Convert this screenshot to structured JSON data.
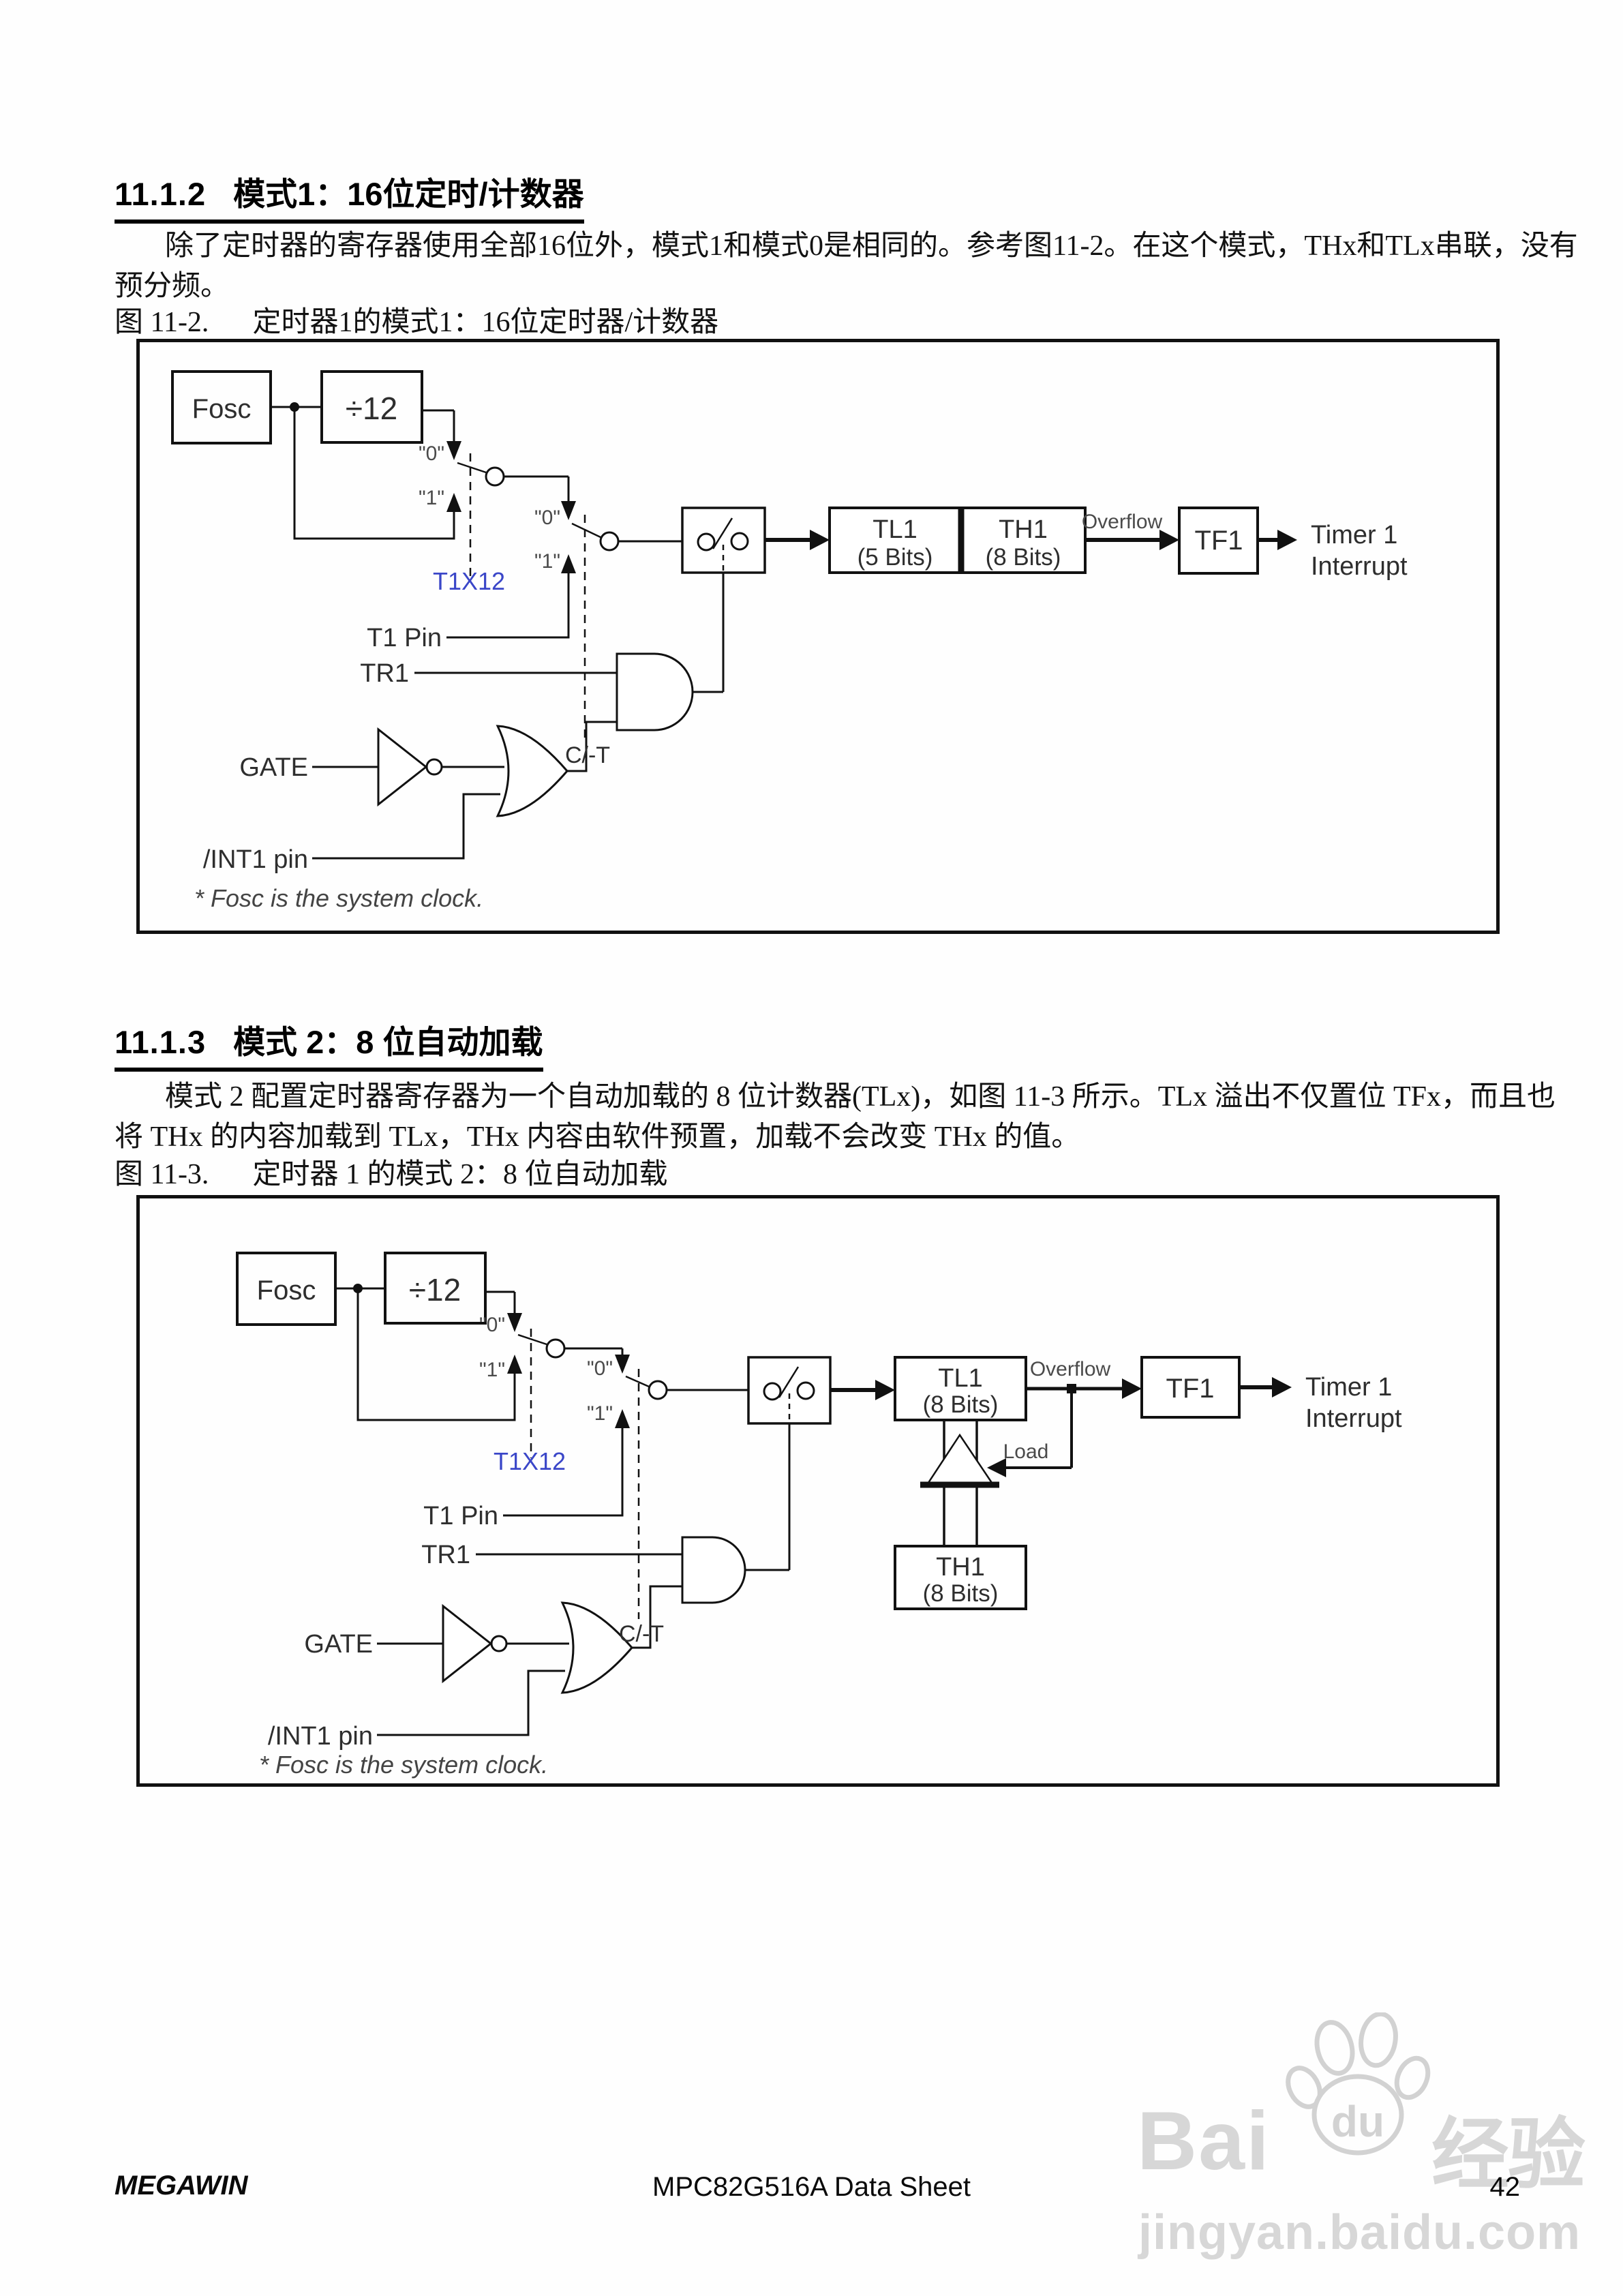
{
  "sections": [
    {
      "number": "11.1.2",
      "title": "模式1：16位定时/计数器",
      "body_lines": [
        "除了定时器的寄存器使用全部16位外，模式1和模式0是相同的。参考图11-2。在这个模式，THx和TLx串联，没有",
        "预分频。"
      ],
      "caption_number": "图 11-2.",
      "caption_text": "定时器1的模式1：16位定时器/计数器"
    },
    {
      "number": "11.1.3",
      "title": "模式 2：8 位自动加载",
      "body_lines": [
        "模式 2 配置定时器寄存器为一个自动加载的 8 位计数器(TLx)，如图 11-3 所示。TLx 溢出不仅置位 TFx，而且也",
        "将 THx 的内容加载到 TLx，THx 内容由软件预置，加载不会改变 THx 的值。"
      ],
      "caption_number": "图 11-3.",
      "caption_text": "定时器 1 的模式 2：8 位自动加载"
    }
  ],
  "diagram_labels": {
    "fosc": "Fosc",
    "div12": "÷12",
    "sel0": "\"0\"",
    "sel1": "\"1\"",
    "t1x12": "T1X12",
    "t1_pin": "T1 Pin",
    "c_t": "C/-T",
    "tr1": "TR1",
    "gate": "GATE",
    "int1_pin": "/INT1 pin",
    "note": "* Fosc is the system clock.",
    "overflow": "Overflow",
    "tf1": "TF1",
    "timer_line1": "Timer 1",
    "timer_line2": "Interrupt",
    "load": "Load",
    "tl1": "TL1",
    "th1": "TH1",
    "bits5": "(5 Bits)",
    "bits8": "(8 Bits)"
  },
  "footer": {
    "brand": "MEGAWIN",
    "doc_title": "MPC82G516A Data Sheet",
    "page_number": "42"
  },
  "watermark": {
    "word_bai": "Bai",
    "word_du": "du",
    "word_cn": "经验",
    "site": "jingyan.baidu.com"
  },
  "colors": {
    "ink": "#111111",
    "t1x12_blue": "#3a46c8",
    "watermark_gray": "#d4d4d4"
  }
}
